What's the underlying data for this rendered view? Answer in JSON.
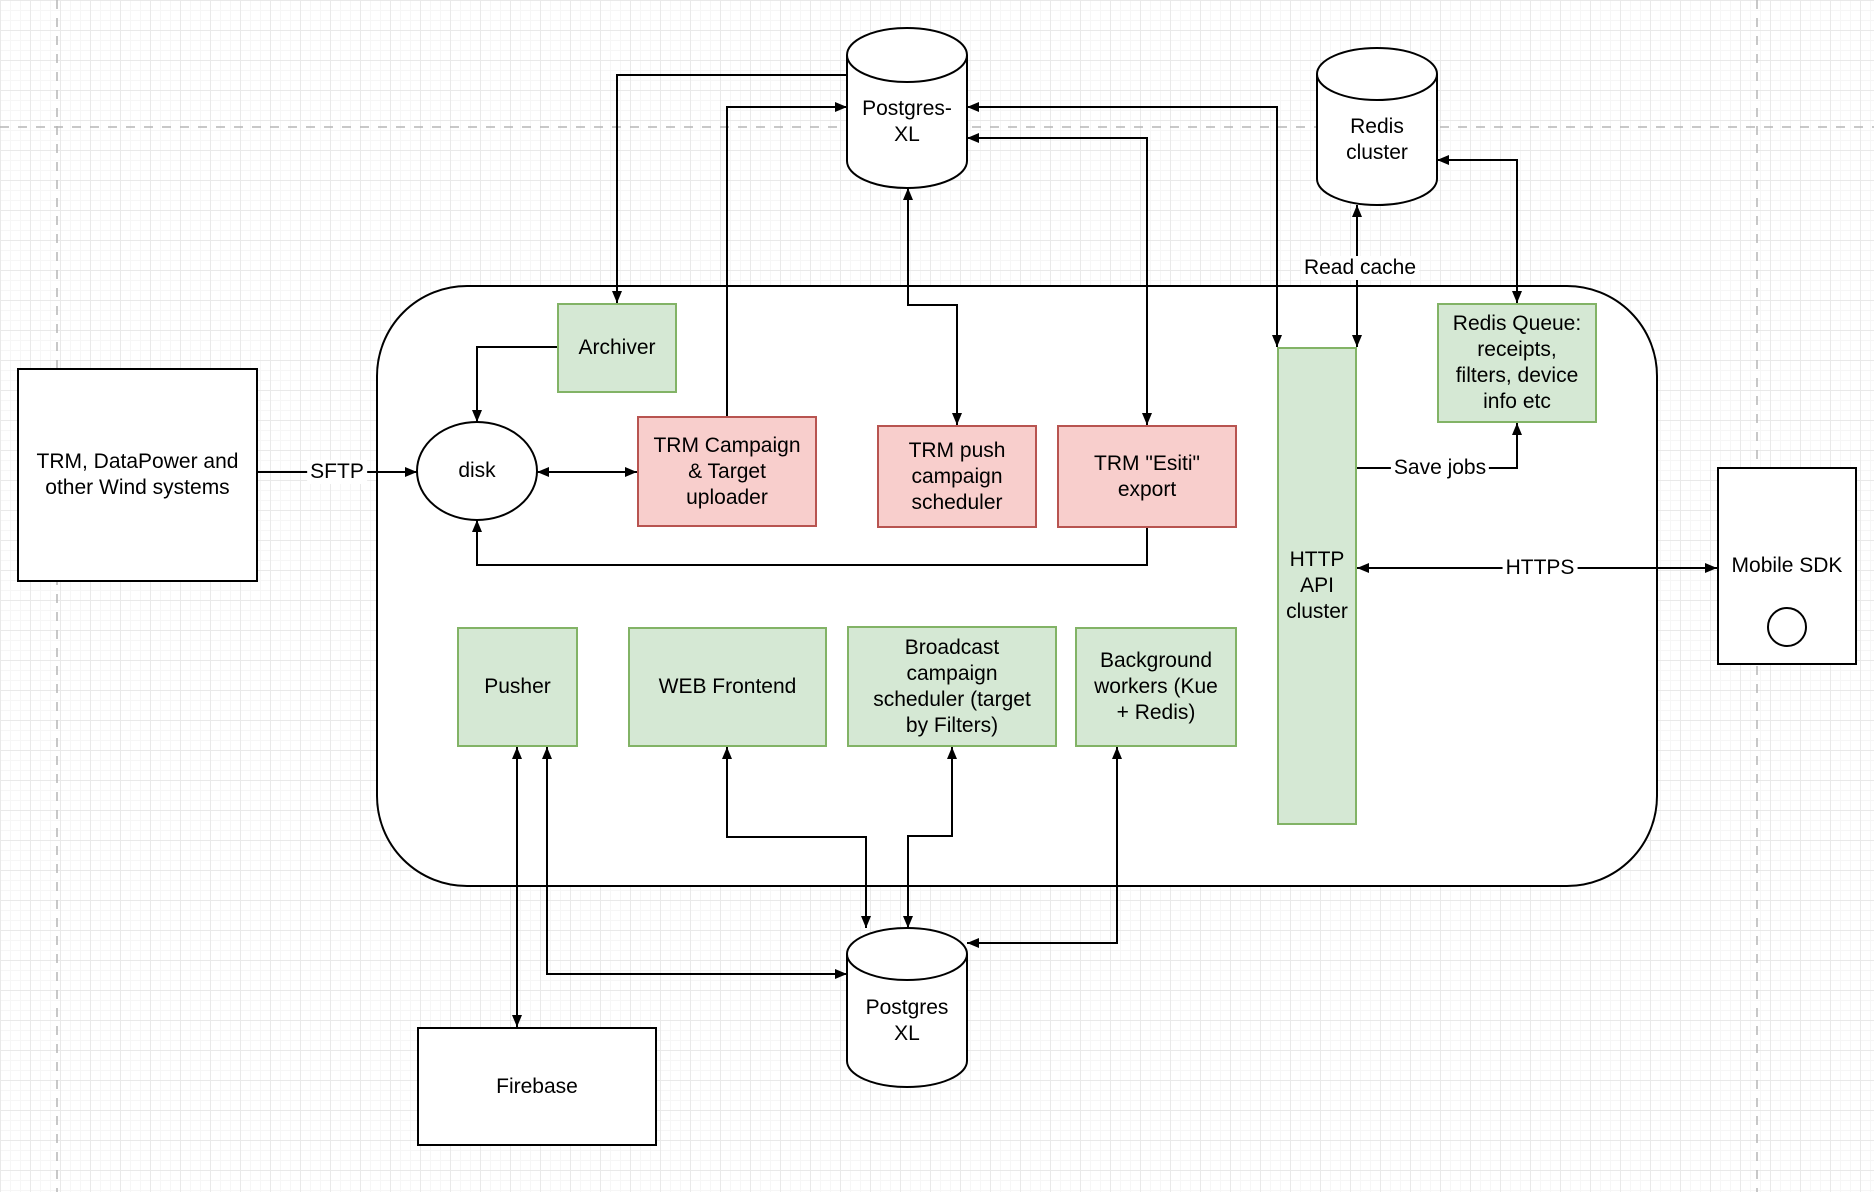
{
  "diagram": {
    "nodes": {
      "trm_source": {
        "label": "TRM, DataPower and\nother Wind systems"
      },
      "disk": {
        "label": "disk"
      },
      "archiver": {
        "label": "Archiver"
      },
      "trm_campaign_uploader": {
        "label": "TRM Campaign\n& Target\nuploader"
      },
      "trm_push_scheduler": {
        "label": "TRM push\ncampaign\nscheduler"
      },
      "trm_esiti_export": {
        "label": "TRM \"Esiti\"\nexport"
      },
      "postgres_xl_top": {
        "label": "Postgres-\nXL"
      },
      "redis_cluster": {
        "label": "Redis\ncluster"
      },
      "redis_queue": {
        "label": "Redis Queue:\nreceipts,\nfilters, device\ninfo etc"
      },
      "http_api_cluster": {
        "label": "HTTP\nAPI\ncluster"
      },
      "pusher": {
        "label": "Pusher"
      },
      "web_frontend": {
        "label": "WEB Frontend"
      },
      "broadcast_scheduler": {
        "label": "Broadcast\ncampaign\nscheduler (target\nby Filters)"
      },
      "background_workers": {
        "label": "Background\nworkers (Kue\n+ Redis)"
      },
      "postgres_xl_bottom": {
        "label": "Postgres\nXL"
      },
      "mobile_sdk": {
        "label": "Mobile SDK"
      },
      "firebase": {
        "label": "Firebase"
      }
    },
    "edge_labels": {
      "sftp": "SFTP",
      "read_cache": "Read cache",
      "save_jobs": "Save jobs",
      "https": "HTTPS"
    },
    "colors": {
      "green_fill": "#d5e8d4",
      "green_border": "#82b366",
      "red_fill": "#f8cecc",
      "red_border": "#b85450",
      "line": "#000000",
      "guide": "#b5b5b5"
    }
  }
}
